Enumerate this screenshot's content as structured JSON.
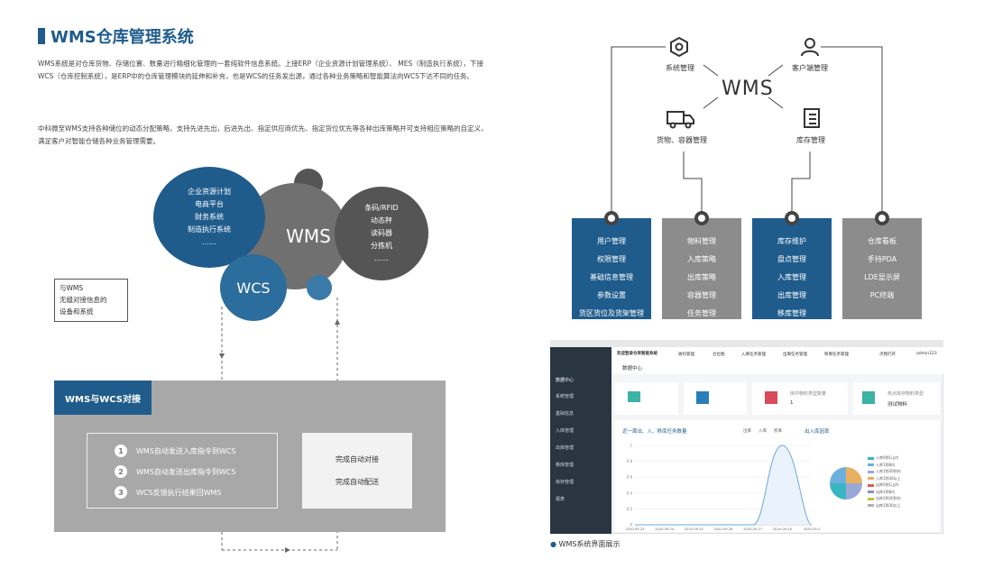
{
  "title": "WMS仓库管理系统",
  "paragraph1": "WMS系统是对仓库货物、存储位置、数量进行精细化管理的一套纯软件信息系统。上接ERP（企业资源计划管理系统）、 MES（制造执行系统），下接WCS（仓库控制系统），是ERP中的仓库管理模块的延伸和补充，也是WCS的任务发出源，通过各种业务策略和智能算法向WCS下达不同的任务。",
  "paragraph2": "中科微至WMS支持各种储位的动态分配策略，支持先进先出，后进先出、指定供应商优先、指定货位优先等各种出库策略并可支持相应策略的自定义，满足客户对智能仓储各种业务管理需要。",
  "circles": {
    "left_items": [
      "企业资源计划",
      "电商平台",
      "财务系统",
      "制造执行系统",
      "……"
    ],
    "center": "WMS",
    "right_items": [
      "条码/RFID",
      "动态秤",
      "读码器",
      "分拣机",
      "……"
    ],
    "wcs": "WCS"
  },
  "note_lines": [
    "与WMS",
    "无缝对接信息的",
    "设备和系统"
  ],
  "wcs_panel": {
    "tab": "WMS与WCS对接",
    "steps": [
      {
        "num": "1",
        "text": "WMS自动发送入库指令到WCS"
      },
      {
        "num": "2",
        "text": "WMS自动发送出库指令到WCS"
      },
      {
        "num": "3",
        "text": "WCS反馈执行结果回WMS"
      }
    ],
    "done": [
      "完成自动对接",
      "完成自动配送"
    ]
  },
  "diagram": {
    "center": "WMS",
    "nodes": {
      "sys": "系统管理",
      "client": "客户端管理",
      "cargo": "货物、容器管理",
      "stock": "库存管理"
    },
    "columns": [
      {
        "color": "#1f5c8c",
        "items": [
          "用户管理",
          "权限管理",
          "基础信息管理",
          "参数设置",
          "货区货位及货架管理"
        ]
      },
      {
        "color": "#8c8c8c",
        "items": [
          "物料管理",
          "入库策略",
          "出库策略",
          "容器管理",
          "任务管理"
        ]
      },
      {
        "color": "#1f5c8c",
        "items": [
          "库存维护",
          "盘点管理",
          "入库管理",
          "出库管理",
          "移库管理"
        ]
      },
      {
        "color": "#8c8c8c",
        "items": [
          "仓库看板",
          "手持PDA",
          "LDE显示屏",
          "PC终端"
        ]
      }
    ]
  },
  "screenshot": {
    "app_name": "欢迎登录仓库智能系统",
    "top_menu": [
      "收料管理",
      "仓位图",
      "入库任务管理",
      "出库任务管理",
      "移库任务管理"
    ],
    "user": "admin123",
    "fullscreen": "点我打开",
    "page_title": "数据中心",
    "side_items": [
      "数据中心",
      "系统管理",
      "基础信息",
      "入库管理",
      "出库管理",
      "移库管理",
      "库存管理",
      "报表"
    ],
    "card3_label": "库中物料类型数量",
    "card3_value": "1",
    "card4_label": "热点库存物料类型",
    "card4_value": "测试物料",
    "chart_title": "近一周出、入、移库任务数量",
    "chart_legend": [
      "出库",
      "入库",
      "移库"
    ],
    "pie_title": "出入库因率",
    "pie_legend": [
      "入库0到1山内",
      "入库1到8内",
      "入库1到30到内",
      "入库1到30以上",
      "出库0到1山内",
      "出库1到8内",
      "出库1到30到内",
      "出库1到30以上"
    ]
  },
  "chart_data": {
    "type": "line",
    "x": [
      "2020-09-23",
      "2020-09-24",
      "2020-09-25",
      "2020-09-26",
      "2020-09-27",
      "2020-09-28",
      "2020-09-2"
    ],
    "yticks": [
      "0",
      "0.2",
      "0.4",
      "0.6",
      "0.8",
      "1"
    ],
    "ylim": [
      0,
      1
    ]
  },
  "caption": "WMS系统界面展示"
}
